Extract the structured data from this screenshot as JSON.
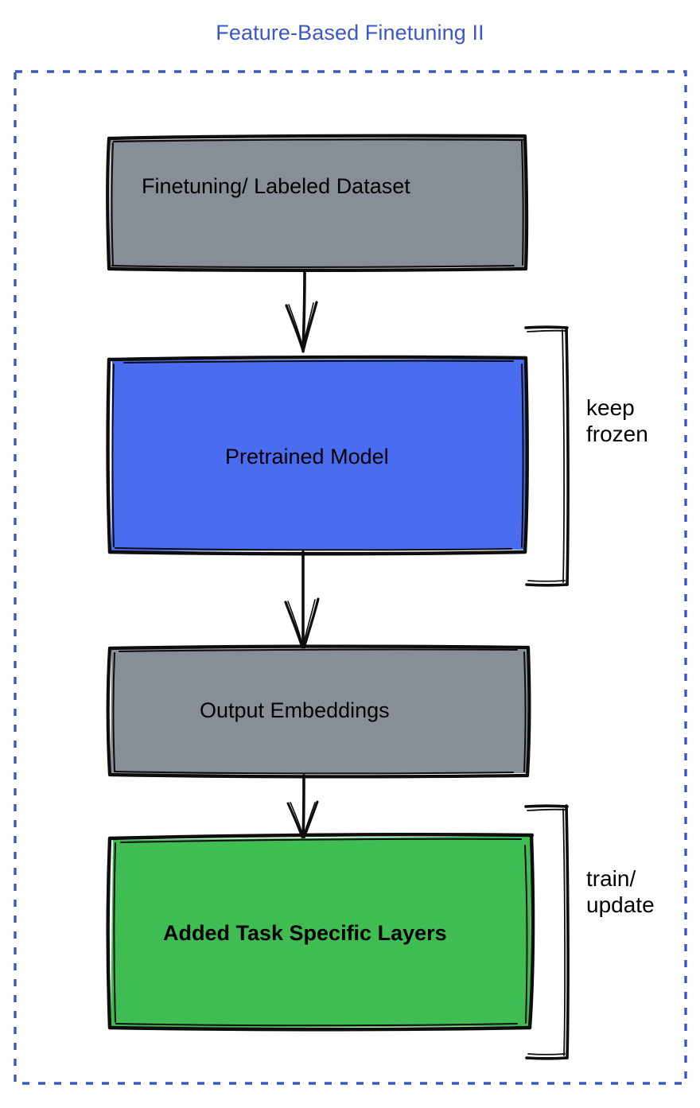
{
  "diagram": {
    "title": "Feature-Based Finetuning II",
    "title_color": "#3B58C4",
    "border_color": "#3B58C4",
    "border_style": "dashed",
    "background": "#ffffff"
  },
  "nodes": [
    {
      "id": "dataset",
      "label": "Finetuning/ Labeled Dataset",
      "fill": "#888e96",
      "stroke": "#000000",
      "shape": "rectangle",
      "order": 1
    },
    {
      "id": "pretrained",
      "label": "Pretrained Model",
      "fill": "#4a6cf0",
      "stroke": "#000000",
      "shape": "rectangle",
      "order": 2
    },
    {
      "id": "embeddings",
      "label": "Output Embeddings",
      "fill": "#888e96",
      "stroke": "#000000",
      "shape": "rectangle",
      "order": 3
    },
    {
      "id": "tasklayers",
      "label": "Added Task Specific Layers",
      "fill": "#3fbd53",
      "stroke": "#000000",
      "shape": "rectangle",
      "order": 4
    }
  ],
  "edges": [
    {
      "id": "edge-dataset-pretrained",
      "from": "dataset",
      "to": "pretrained",
      "style": "arrow"
    },
    {
      "id": "edge-pretrained-embeddings",
      "from": "pretrained",
      "to": "embeddings",
      "style": "arrow"
    },
    {
      "id": "edge-embeddings-tasklayers",
      "from": "embeddings",
      "to": "tasklayers",
      "style": "arrow"
    }
  ],
  "annotations": [
    {
      "id": "keep-frozen",
      "lines": [
        "keep",
        "frozen"
      ],
      "text": "keep\nfrozen",
      "targets": [
        "pretrained"
      ],
      "bracket": "right-square"
    },
    {
      "id": "train-update",
      "lines": [
        "train/",
        "update"
      ],
      "text": "train/\nupdate",
      "targets": [
        "tasklayers"
      ],
      "bracket": "right-square"
    }
  ]
}
